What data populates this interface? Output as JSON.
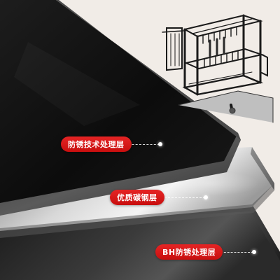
{
  "layers": [
    {
      "label": "防锈技术处理层"
    },
    {
      "label": "优质碳钢层"
    },
    {
      "label": "BH防锈处理层"
    }
  ],
  "colors": {
    "background": "#f1ece7",
    "top_layer": "#111111",
    "middle_layer": "#b8b8b8",
    "bottom_layer": "#2a2a2a",
    "callout_red": "#d61a1a",
    "callout_text": "#ffffff"
  },
  "inset_image": {
    "icon": "dish-drying-rack-icon"
  }
}
